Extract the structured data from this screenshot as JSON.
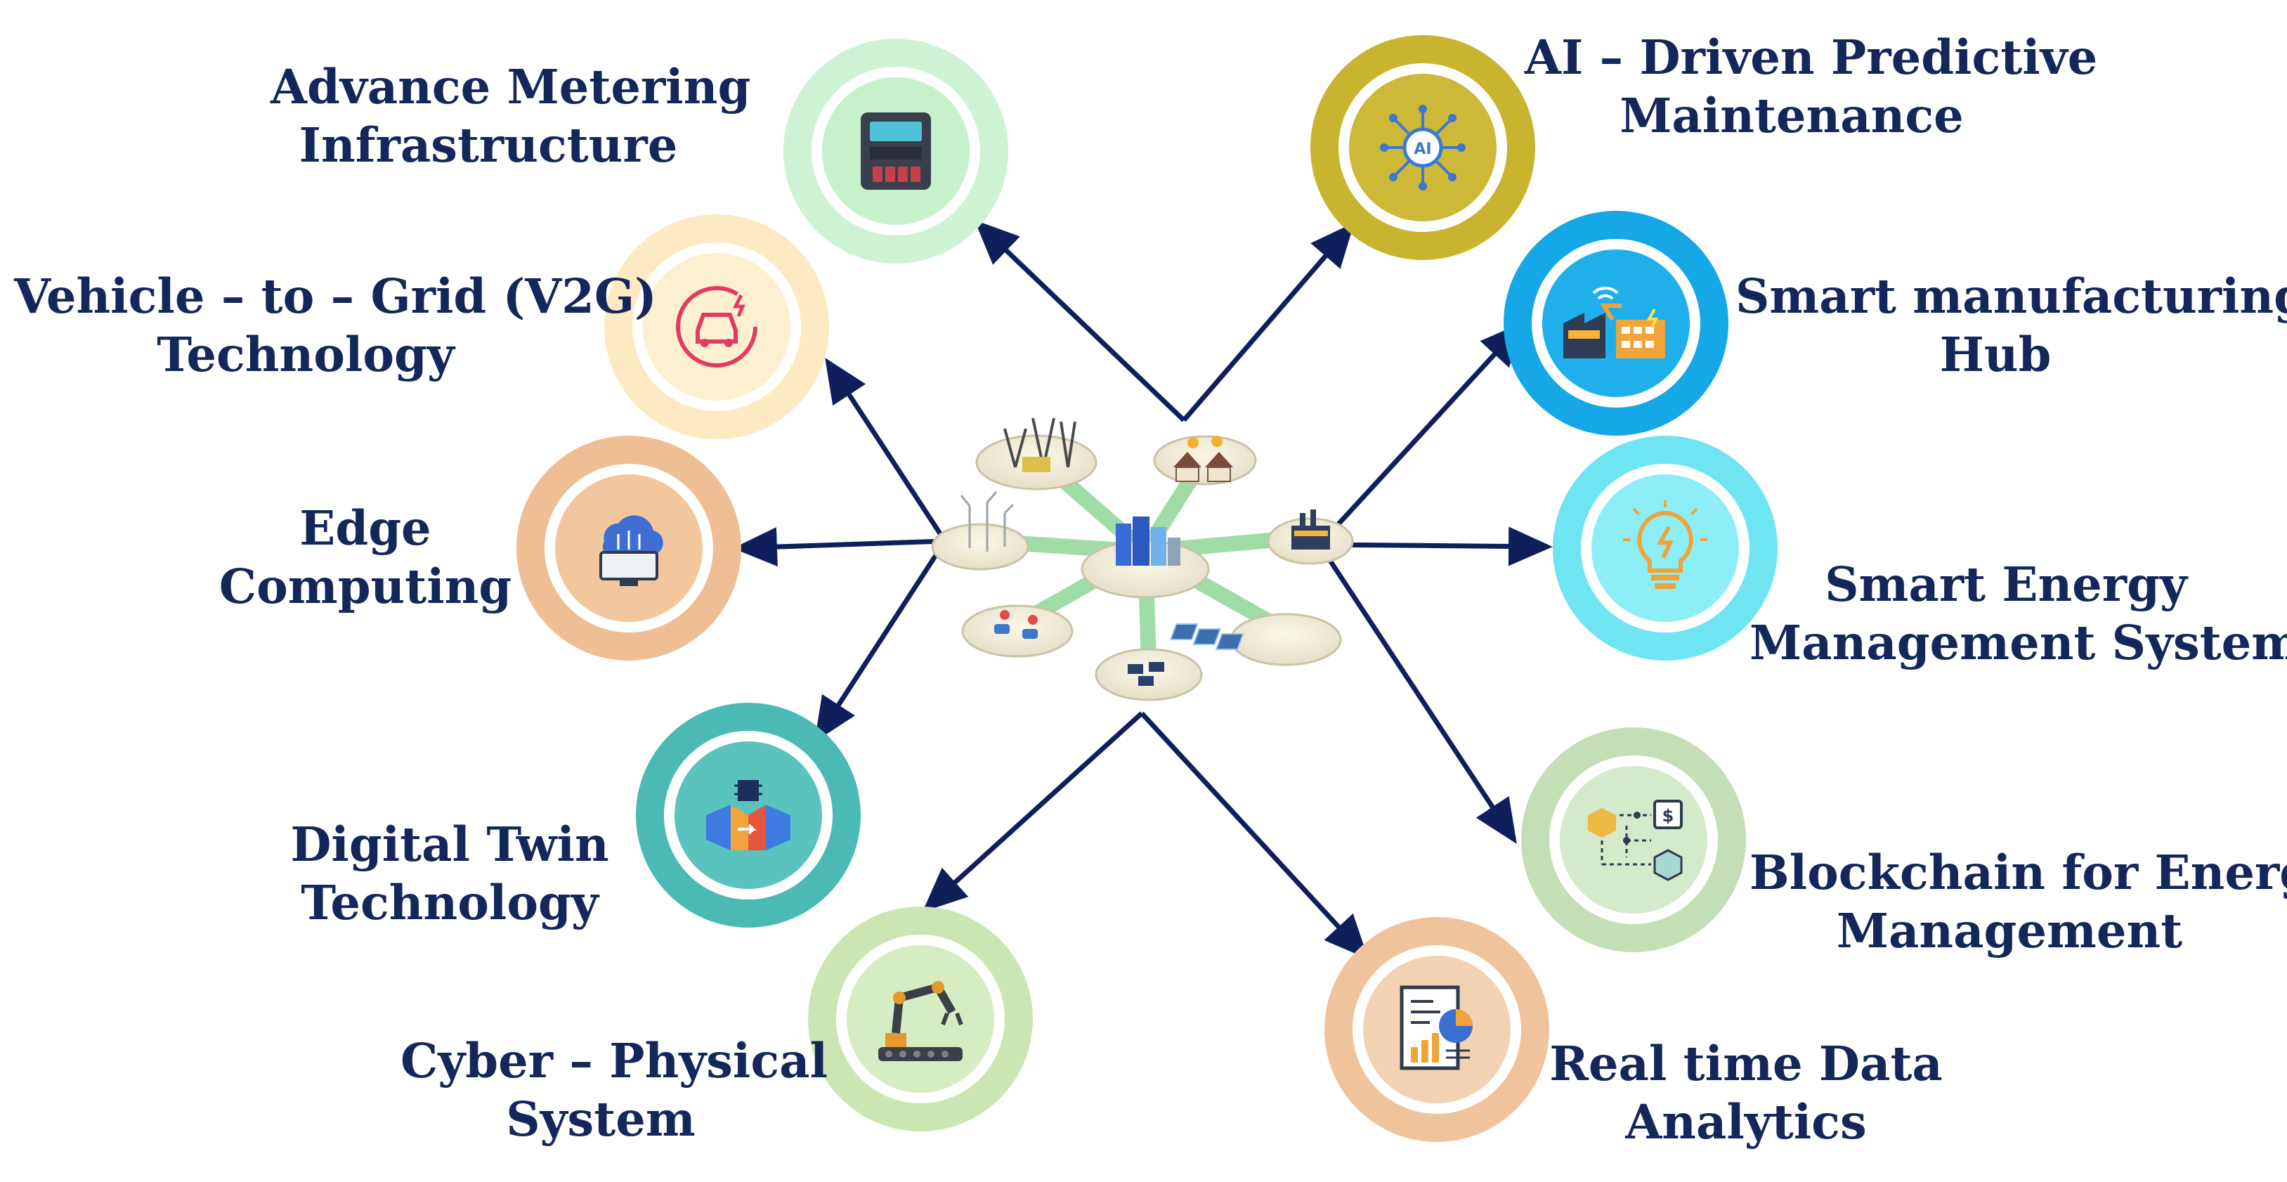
{
  "nodes": {
    "ami": {
      "line1": "Advance Metering",
      "line2": "Infrastructure",
      "color": "#cdf3d4",
      "core": "#c5f1cb"
    },
    "v2g": {
      "line1": "Vehicle – to – Grid (V2G)",
      "line2": "Technology",
      "color": "#fde9c2",
      "core": "#fdf0d0"
    },
    "edge": {
      "line1": "Edge",
      "line2": "Computing",
      "color": "#eebf95",
      "core": "#f3c79e"
    },
    "twin": {
      "line1": "Digital Twin",
      "line2": "Technology",
      "color": "#4bbab5",
      "core": "#5ac3be"
    },
    "cps": {
      "line1": "Cyber – Physical",
      "line2": "System",
      "color": "#cbe6b3",
      "core": "#d6ecc2"
    },
    "ai": {
      "line1": "AI – Driven Predictive",
      "line2": "Maintenance",
      "color": "#c9b430",
      "core": "#cdb838"
    },
    "mfg": {
      "line1": "Smart manufacturing",
      "line2": "Hub",
      "color": "#15a7e6",
      "core": "#1fb0ec"
    },
    "sems": {
      "line1": "Smart Energy",
      "line2": "Management System",
      "color": "#6fe5f2",
      "core": "#8eeef8"
    },
    "blockchain": {
      "line1": "Blockchain for Energy",
      "line2": "Management",
      "color": "#c4dfb6",
      "core": "#d5e9cb"
    },
    "rtda": {
      "line1": "Real time Data",
      "line2": "Analytics",
      "color": "#efc49c",
      "core": "#f3d2b3"
    }
  },
  "icons": {
    "ami": "smart-meter-icon",
    "v2g": "electric-vehicle-icon",
    "edge": "cloud-computing-icon",
    "twin": "digital-twin-icon",
    "cps": "robotic-arm-icon",
    "ai": "ai-chip-icon",
    "mfg": "smart-factory-icon",
    "sems": "smart-bulb-icon",
    "blockchain": "blockchain-icon",
    "rtda": "data-report-icon",
    "hub": "smart-grid-hub-icon"
  },
  "colors": {
    "text": "#14275a",
    "arrow": "#0f1f5c",
    "hub_link": "#9fdca6"
  }
}
